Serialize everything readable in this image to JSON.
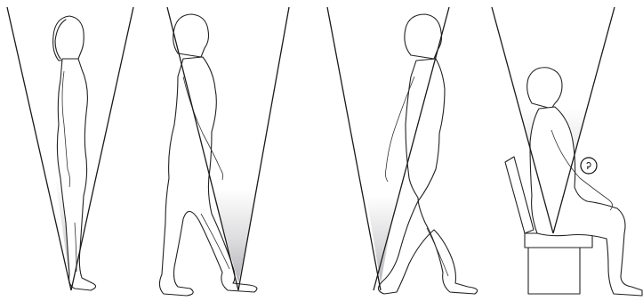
{
  "illustration": {
    "panels": [
      {
        "posture": "standing"
      },
      {
        "posture": "walking-stride"
      },
      {
        "posture": "walking-long-stride"
      },
      {
        "posture": "seated-on-chair"
      }
    ],
    "badge": {
      "text": "Ꭾ"
    },
    "colors": {
      "outline": "#1a1a1a",
      "shade": "#9a9aa0",
      "background": "#ffffff"
    }
  }
}
